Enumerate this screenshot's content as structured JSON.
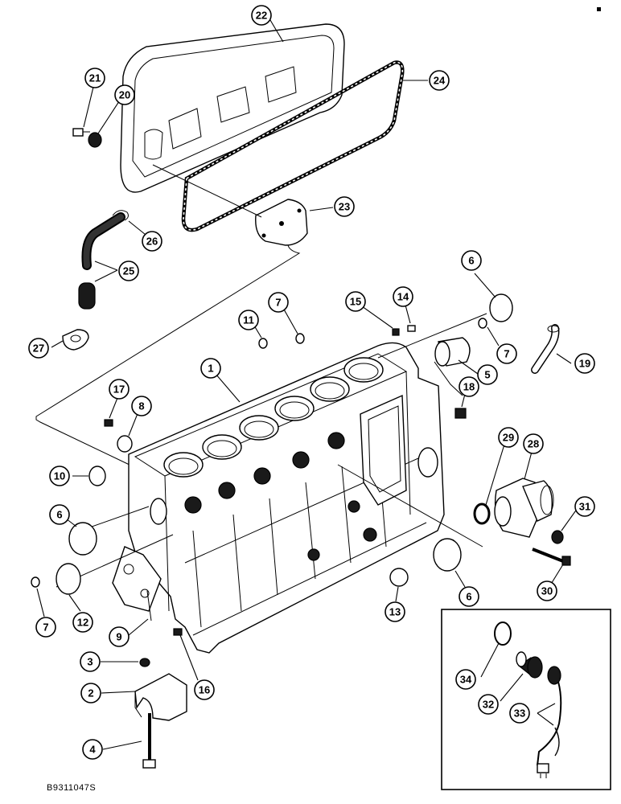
{
  "drawing_code": "B9311047S",
  "callouts": [
    "1",
    "2",
    "3",
    "4",
    "5",
    "6",
    "7",
    "8",
    "9",
    "10",
    "11",
    "12",
    "13",
    "14",
    "15",
    "16",
    "17",
    "18",
    "19",
    "20",
    "21",
    "22",
    "23",
    "24",
    "25",
    "26",
    "27",
    "28",
    "29",
    "30",
    "31",
    "32",
    "33",
    "34"
  ],
  "colors": {
    "ink": "#000000",
    "paper": "#ffffff"
  }
}
